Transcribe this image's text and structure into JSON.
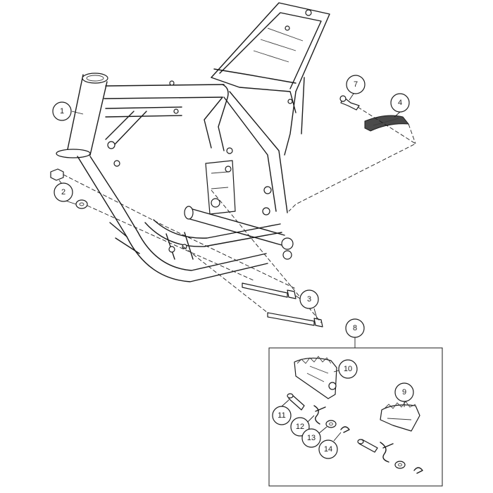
{
  "callouts": [
    {
      "id": "1",
      "label": "1"
    },
    {
      "id": "2",
      "label": "2"
    },
    {
      "id": "3",
      "label": "3"
    },
    {
      "id": "4",
      "label": "4"
    },
    {
      "id": "7",
      "label": "7"
    },
    {
      "id": "8",
      "label": "8"
    },
    {
      "id": "9",
      "label": "9"
    },
    {
      "id": "10",
      "label": "10"
    },
    {
      "id": "11",
      "label": "11"
    },
    {
      "id": "12",
      "label": "12"
    },
    {
      "id": "13",
      "label": "13"
    },
    {
      "id": "14",
      "label": "14"
    }
  ]
}
